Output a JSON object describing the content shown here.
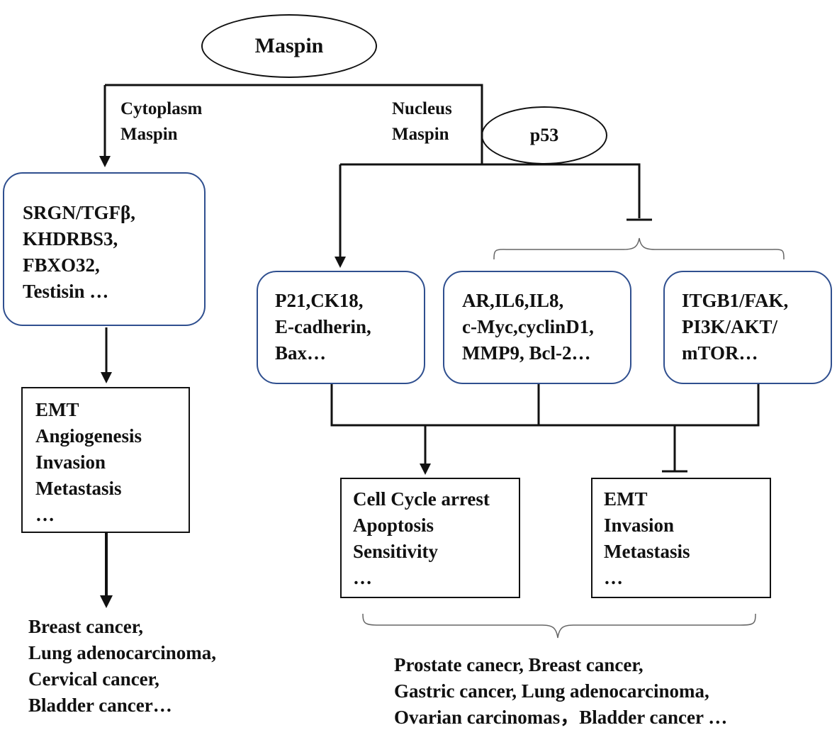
{
  "maspin": "Maspin",
  "p53": "p53",
  "cytoplasm_label": [
    "Cytoplasm",
    "Maspin"
  ],
  "nucleus_label": [
    "Nucleus",
    "Maspin"
  ],
  "left_targets": [
    "SRGN/TGFβ,",
    "KHDRBS3,",
    "FBXO32,",
    "Testisin …"
  ],
  "left_effects": [
    "EMT",
    "Angiogenesis",
    "Invasion",
    "Metastasis",
    "…"
  ],
  "left_cancers": [
    "Breast cancer,",
    "Lung adenocarcinoma,",
    "Cervical cancer,",
    "Bladder cancer…"
  ],
  "promoted_targets": [
    "P21,CK18,",
    "E-cadherin,",
    "Bax…"
  ],
  "inhibited_targets_a": [
    "AR,IL6,IL8,",
    "c-Myc,cyclinD1,",
    "MMP9, Bcl-2…"
  ],
  "inhibited_targets_b": [
    "ITGB1/FAK,",
    "PI3K/AKT/",
    "mTOR…"
  ],
  "promoted_effects": [
    "Cell Cycle arrest",
    "Apoptosis",
    "Sensitivity",
    "…"
  ],
  "inhibited_effects": [
    "EMT",
    "Invasion",
    "Metastasis",
    "…"
  ],
  "right_cancers": [
    "Prostate canecr, Breast cancer,",
    "Gastric cancer, Lung adenocarcinoma,",
    "Ovarian carcinomas，Bladder cancer …"
  ],
  "colors": {
    "line": "#111111",
    "rounded_box_border": "#2f4f8f"
  }
}
